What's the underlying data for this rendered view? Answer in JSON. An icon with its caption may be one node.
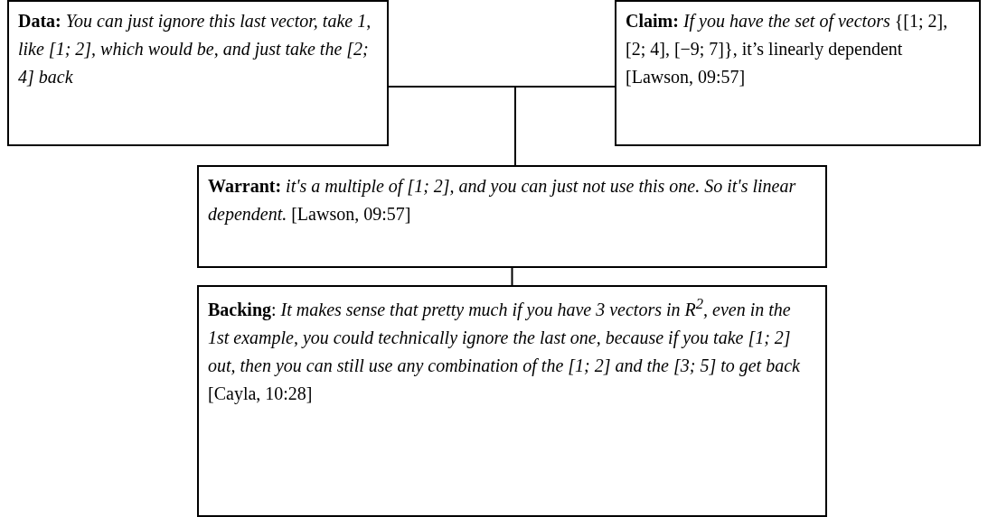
{
  "diagram": {
    "nodes": [
      {
        "text": [
          "**Data:** *You can just ignore this last vector, take 1, like [1; 2], which would be, and just take the [2; 4] back*"
        ]
      },
      {
        "text": [
          "**Claim:** *If you have the set of vectors* {[1; 2], [2; 4], [−9; 7]}, it’s linearly dependent [Lawson, 09:57]"
        ]
      },
      {
        "text": [
          "**Warrant:** *it's a multiple of [1; 2], and you can just not use this one. So it's linear dependent.* [Lawson, 09:57]"
        ]
      },
      {
        "text": [
          "**Backing**: *It makes sense that pretty much if you have 3 vectors in R$^{2}$, even in the 1st example, you could technically ignore the last one, because if you take [1; 2] out, then you can still use any combination of the [1; 2] and the [3; 5] to get back* [Cayla, 10:28]"
        ]
      }
    ],
    "edges": [
      {
        "from": 0,
        "to": 1,
        "arrow": "none"
      },
      {
        "from": 2,
        "to": 1,
        "arrow": "none"
      },
      {
        "from": 3,
        "to": 2,
        "arrow": "none"
      }
    ]
  }
}
